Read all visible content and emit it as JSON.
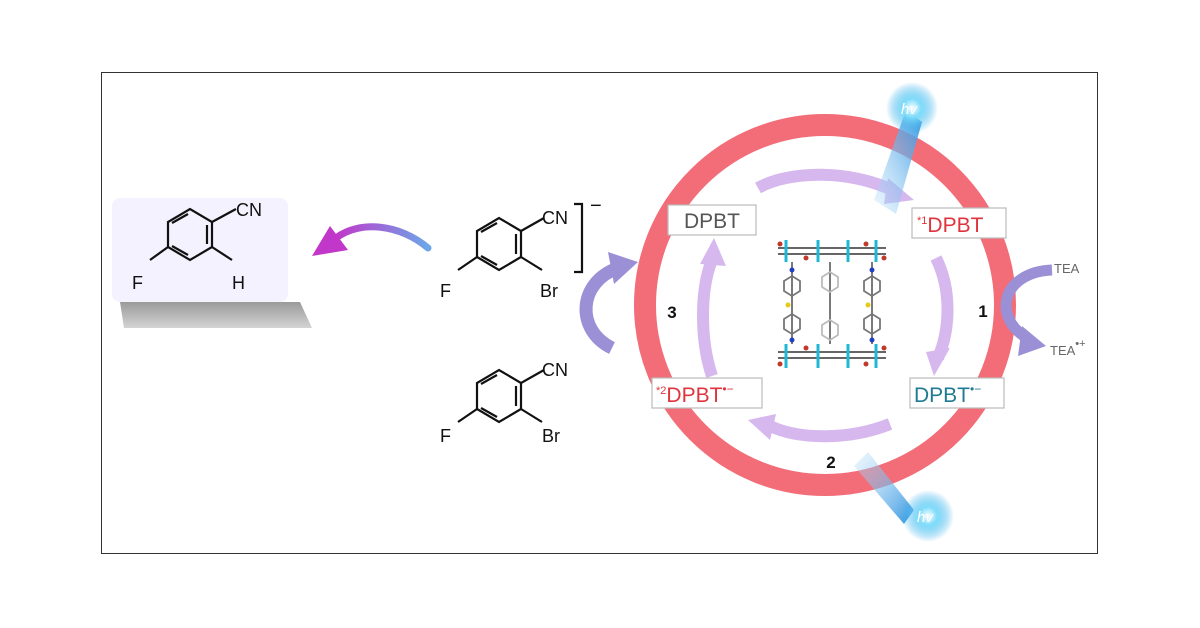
{
  "colors": {
    "ring": "#f26d78",
    "inner_arrow": "#d7b8ee",
    "side_arrow": "#9b8fd6",
    "label_red": "#e0343d",
    "label_teal": "#1f7a93",
    "label_gray": "#555555",
    "hv_glow": "#45c4f2",
    "product_arrow_start": "#6da6e8",
    "product_arrow_end": "#c137c9"
  },
  "icons": {
    "hv": "glowing-light-bulb",
    "framework": "molecular-cage-structure"
  },
  "molecules": {
    "product": {
      "cn": "CN",
      "f": "F",
      "h": "H"
    },
    "radical_anion": {
      "cn": "CN",
      "f": "F",
      "br": "Br",
      "charge": "−"
    },
    "substrate": {
      "cn": "CN",
      "f": "F",
      "br": "Br"
    }
  },
  "cycle": {
    "dpbt": {
      "text": "DPBT"
    },
    "excited": {
      "sup": "*1",
      "text": "DPBT"
    },
    "radical": {
      "text": "DPBT",
      "sup": "•−"
    },
    "excited_radical": {
      "sup": "*2",
      "text": "DPBT",
      "tail": "•−"
    },
    "steps": [
      "1",
      "2",
      "3"
    ],
    "tea": "TEA",
    "tea_radical": {
      "text": "TEA",
      "sup": "•+"
    },
    "hv": "hv"
  }
}
